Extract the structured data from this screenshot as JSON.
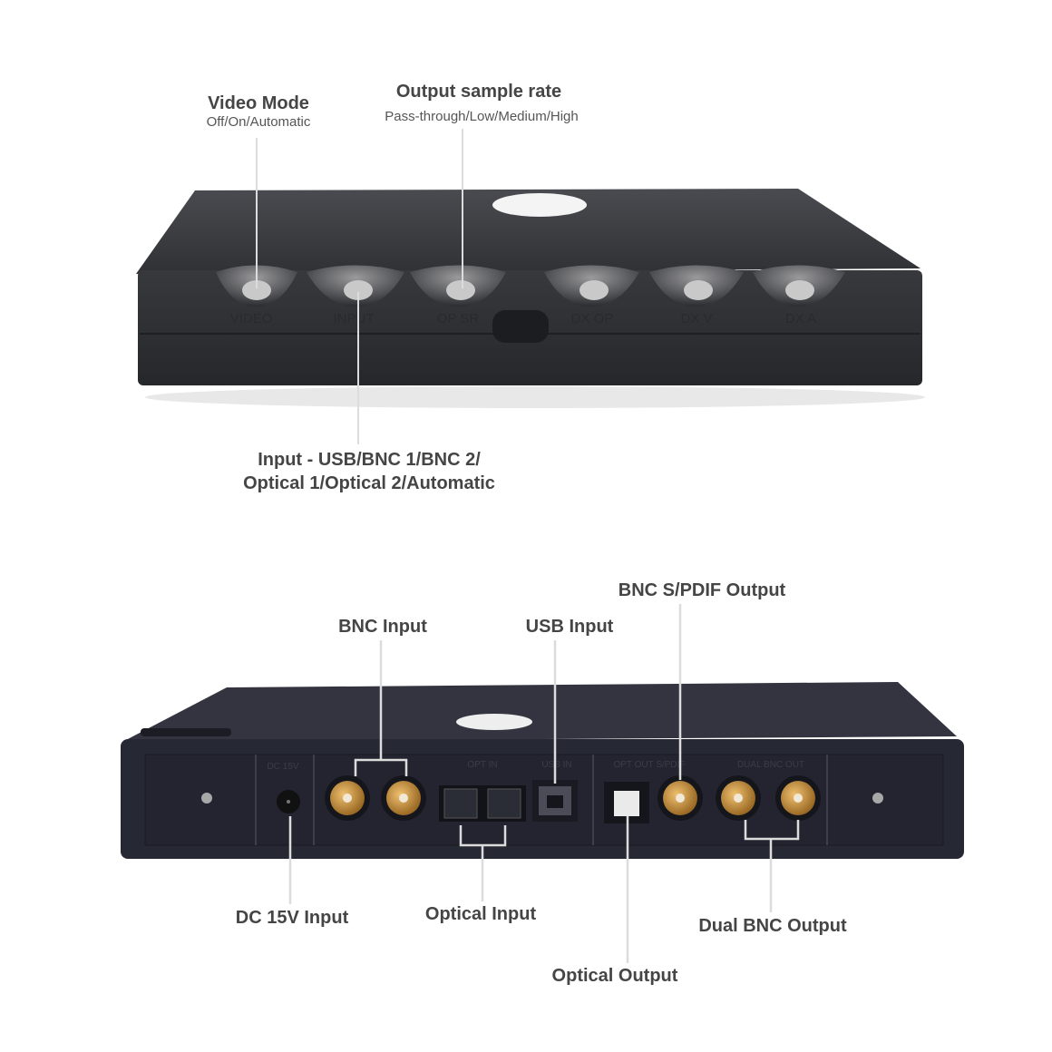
{
  "front_view": {
    "callouts": {
      "video_mode": {
        "title": "Video Mode",
        "subtitle": "Off/On/Automatic"
      },
      "output_sample_rate": {
        "title": "Output sample rate",
        "subtitle": "Pass-through/Low/Medium/High"
      },
      "input": {
        "line1": "Input - USB/BNC 1/BNC 2/",
        "line2": "Optical 1/Optical 2/Automatic"
      }
    },
    "button_labels": [
      "VIDEO",
      "INPUT",
      "OP SR",
      "DX OP",
      "DX V",
      "DX A"
    ]
  },
  "rear_view": {
    "callouts": {
      "bnc_input": "BNC Input",
      "usb_input": "USB Input",
      "bnc_spdif_output": "BNC S/PDIF Output",
      "dc_input": "DC 15V Input",
      "optical_input": "Optical Input",
      "optical_output": "Optical Output",
      "dual_bnc_output": "Dual BNC Output"
    },
    "panel_labels": {
      "dc": "DC 15V",
      "opt_in": "OPT IN",
      "usb_in": "USB IN",
      "opt_out": "OPT OUT S/PDIF",
      "dual_bnc_out": "DUAL BNC OUT"
    }
  },
  "colors": {
    "device_body": "#2e2f33",
    "rear_body": "#262833",
    "callout_line": "#dcdcdc",
    "bnc_gold": "#c8903c",
    "label_text": "#454545"
  }
}
